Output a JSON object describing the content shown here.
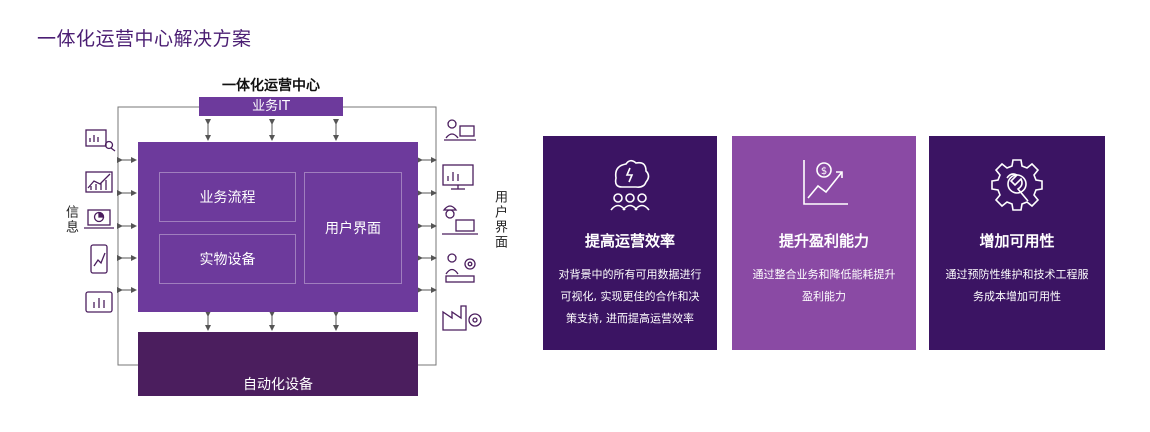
{
  "page": {
    "title": "一体化运营中心解决方案"
  },
  "diagram": {
    "center_title": "一体化运营中心",
    "business_it": "业务IT",
    "core": {
      "process": "业务流程",
      "equipment": "实物设备",
      "user_interface": "用户界面"
    },
    "automation": "自动化设备",
    "left_label": "信息",
    "right_label": "用户界面",
    "left_icons": [
      "report-search-icon",
      "bar-growth-icon",
      "laptop-pie-icon",
      "tablet-chart-icon",
      "tablet-bars-icon"
    ],
    "right_icons": [
      "worker-desk-icon",
      "monitor-chart-icon",
      "engineer-laptop-icon",
      "worker-gear-icon",
      "factory-gear-icon"
    ],
    "bottom_icons": [
      "cube-gear-icon",
      "robot-arm-icon",
      "assembly-line-icon",
      "conveyor-icon",
      "box-analytics-icon"
    ]
  },
  "cards": [
    {
      "icon": "brain-people-icon",
      "title": "提高运营效率",
      "desc": [
        "对背景中的所有可用数据进行",
        "可视化, 实现更佳的合作和决",
        "策支持, 进而提高运营效率"
      ],
      "color": "#3b1463"
    },
    {
      "icon": "growth-chart-icon",
      "title": "提升盈利能力",
      "desc": [
        "通过整合业务和降低能耗提升",
        "盈利能力"
      ],
      "color": "#8a4aa4"
    },
    {
      "icon": "wrench-gear-icon",
      "title": "增加可用性",
      "desc": [
        "通过预防性维护和技术工程服",
        "务成本增加可用性"
      ],
      "color": "#3b1463"
    }
  ]
}
